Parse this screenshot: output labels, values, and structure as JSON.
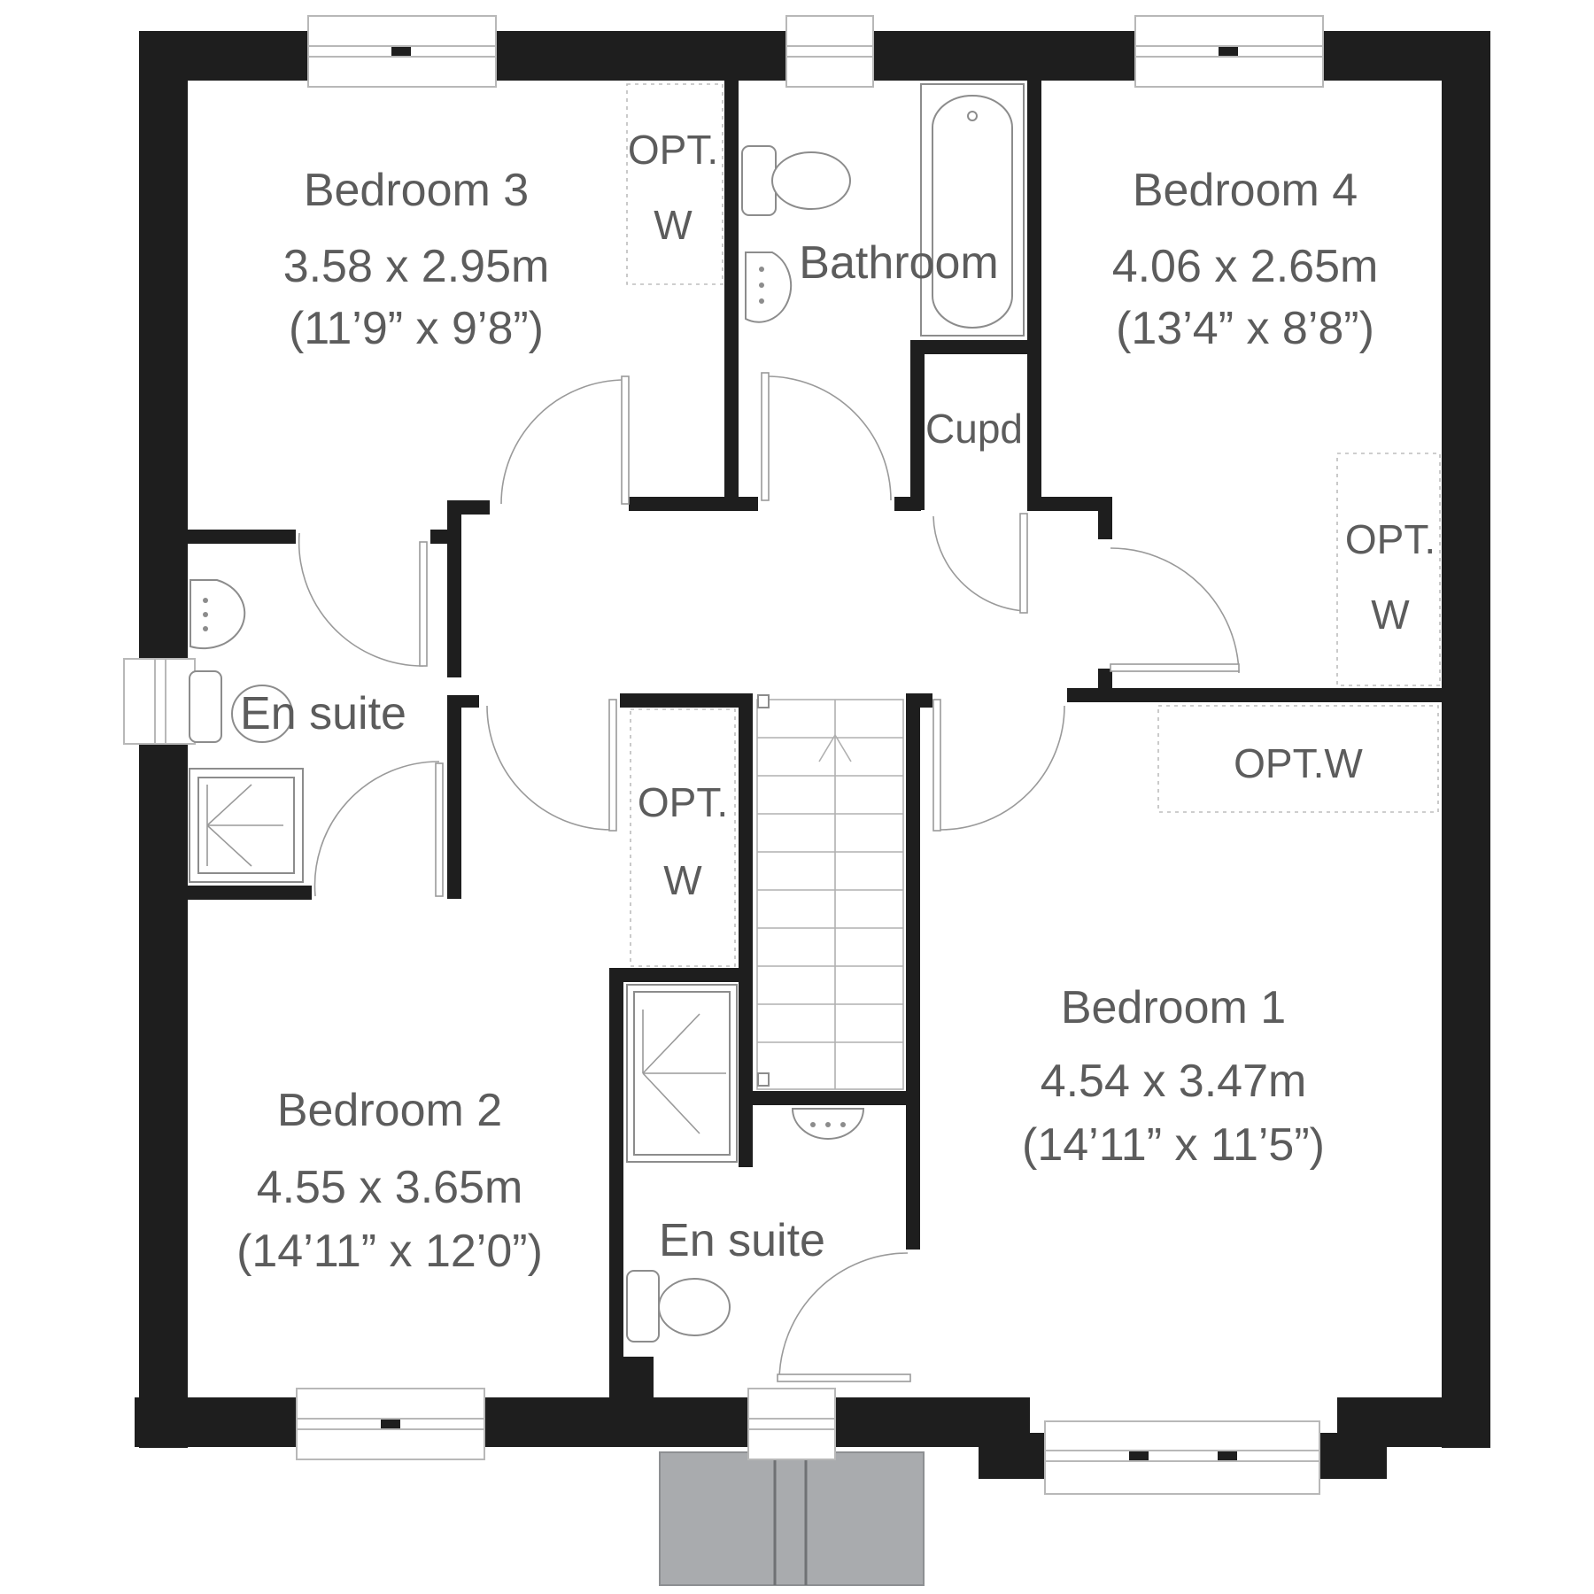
{
  "colors": {
    "wall": "#1e1e1e",
    "label": "#5c5c5c",
    "fixture_line": "#8c8c8c",
    "porch_roof": "#a9abae",
    "background": "#ffffff"
  },
  "rooms": {
    "bedroom3": {
      "name": "Bedroom 3",
      "metric": "3.58 x 2.95m",
      "imperial": "(11’9” x 9’8”)"
    },
    "bedroom4": {
      "name": "Bedroom 4",
      "metric": "4.06 x 2.65m",
      "imperial": "(13’4” x 8’8”)"
    },
    "bedroom2": {
      "name": "Bedroom 2",
      "metric": "4.55 x 3.65m",
      "imperial": "(14’11” x 12’0”)"
    },
    "bedroom1": {
      "name": "Bedroom 1",
      "metric": "4.54 x 3.47m",
      "imperial": "(14’11” x 11’5”)"
    },
    "bathroom": {
      "name": "Bathroom"
    },
    "cupd": {
      "name": "Cupd"
    },
    "ensuite_left": {
      "name": "En suite"
    },
    "ensuite_main": {
      "name": "En suite"
    }
  },
  "optional_wardrobes": {
    "bed3": {
      "line1": "OPT.",
      "line2": "W"
    },
    "bed4": {
      "line1": "OPT.",
      "line2": "W"
    },
    "landing": {
      "line1": "OPT.",
      "line2": "W"
    },
    "bed1": {
      "label": "OPT.W"
    }
  },
  "icons": {
    "toilet": "toilet-icon",
    "basin": "basin-icon",
    "bath": "bath-icon",
    "shower": "shower-tray-icon",
    "stairs": "staircase-icon",
    "stair_arrow": "up-arrow-icon",
    "porch": "porch-canopy-icon"
  }
}
